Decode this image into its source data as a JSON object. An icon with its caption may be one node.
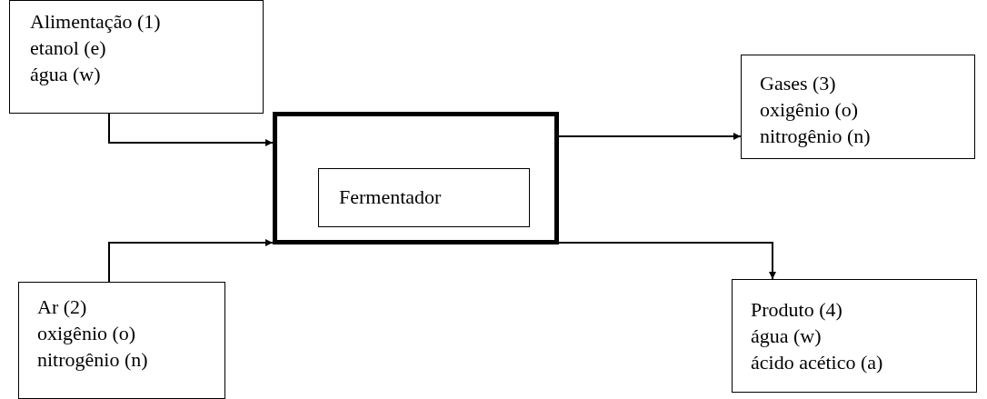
{
  "diagram": {
    "nodes": [
      {
        "text": [
          "Alimentação (1)",
          "etanol (e)",
          "água (w)"
        ]
      },
      {
        "text": [],
        "shape": "box"
      },
      {
        "text": [
          "Fermentador"
        ],
        "in": 1
      },
      {
        "text": [
          "Gases (3)",
          "oxigênio (o)",
          "nitrogênio (n)"
        ]
      },
      {
        "text": [
          "Ar (2)",
          "oxigênio (o)",
          "nitrogênio (n)"
        ]
      },
      {
        "text": [
          "Produto (4)",
          "água (w)",
          "ácido acético (a)"
        ]
      }
    ],
    "edges": [
      {
        "from": 0,
        "to": 1,
        "arrow": "to"
      },
      {
        "from": 4,
        "to": 1,
        "arrow": "to"
      },
      {
        "from": 1,
        "to": 3,
        "arrow": "to"
      },
      {
        "from": 1,
        "to": 5,
        "arrow": "to"
      }
    ]
  }
}
